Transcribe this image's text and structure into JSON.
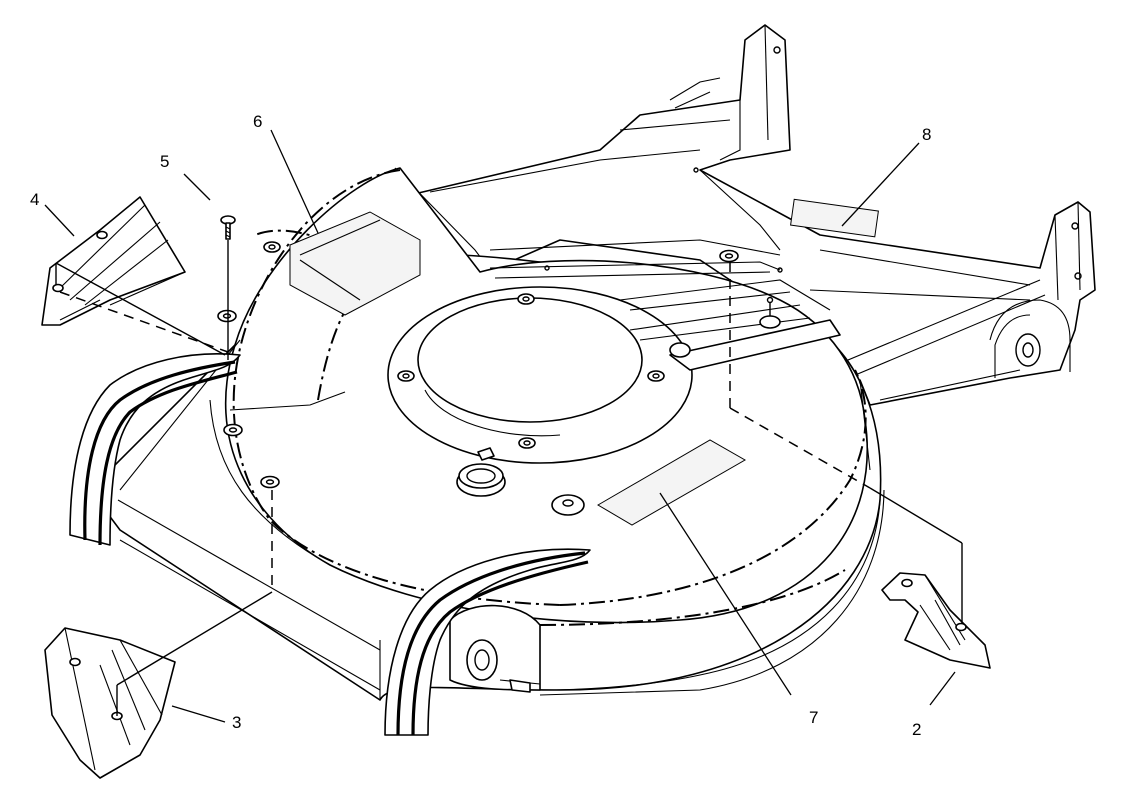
{
  "diagram": {
    "callouts": [
      {
        "id": "c2",
        "text": "2"
      },
      {
        "id": "c3",
        "text": "3"
      },
      {
        "id": "c4",
        "text": "4"
      },
      {
        "id": "c5",
        "text": "5"
      },
      {
        "id": "c6",
        "text": "6"
      },
      {
        "id": "c7",
        "text": "7"
      },
      {
        "id": "c8",
        "text": "8"
      }
    ]
  }
}
